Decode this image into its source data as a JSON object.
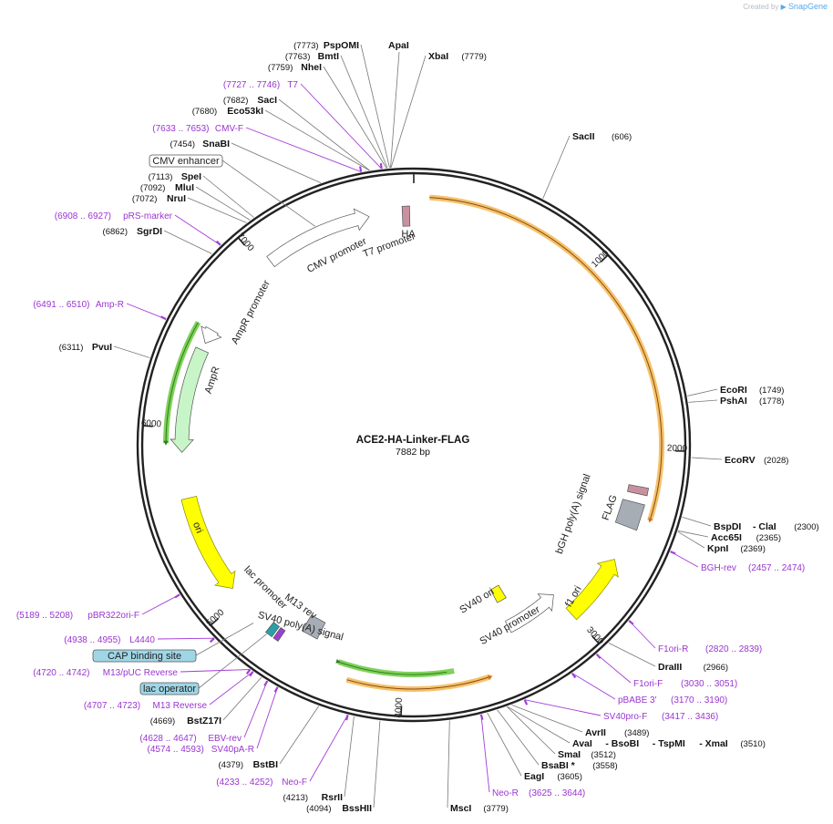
{
  "watermark": {
    "created_by": "Created by",
    "brand": "SnapGene"
  },
  "plasmid": {
    "name": "ACE2-HA-Linker-FLAG",
    "size": "7882 bp"
  },
  "tick_labels": [
    "1000",
    "2000",
    "3000",
    "4000",
    "5000",
    "6000",
    "7000"
  ],
  "sites": [
    {
      "name": "SacII",
      "pos": "(606)"
    },
    {
      "name": "EcoRI",
      "pos": "(1749)"
    },
    {
      "name": "PshAI",
      "pos": "(1778)"
    },
    {
      "name": "EcoRV",
      "pos": "(2028)"
    },
    {
      "name": "BspDI",
      "name2": "- ClaI",
      "pos": "(2300)"
    },
    {
      "name": "Acc65I",
      "pos": "(2365)"
    },
    {
      "name": "KpnI",
      "pos": "(2369)"
    },
    {
      "name": "DraIII",
      "pos": "(2966)"
    },
    {
      "name": "AvrII",
      "pos": "(3489)"
    },
    {
      "name": "AvaI",
      "name2": "- BsoBI",
      "name3": "- TspMI",
      "name4": "- XmaI",
      "pos": "(3510)"
    },
    {
      "name": "SmaI",
      "pos": "(3512)"
    },
    {
      "name": "BsaBI *",
      "pos": "(3558)"
    },
    {
      "name": "EagI",
      "pos": "(3605)"
    },
    {
      "name": "MscI",
      "pos": "(3779)"
    },
    {
      "name": "BssHII",
      "pos": "(4094)"
    },
    {
      "name": "RsrII",
      "pos": "(4213)"
    },
    {
      "name": "BstBI",
      "pos": "(4379)"
    },
    {
      "name": "BstZ17I",
      "pos": "(4669)"
    },
    {
      "name": "PvuI",
      "pos": "(6311)"
    },
    {
      "name": "SgrDI",
      "pos": "(6862)"
    },
    {
      "name": "NruI",
      "pos": "(7072)"
    },
    {
      "name": "MluI",
      "pos": "(7092)"
    },
    {
      "name": "SpeI",
      "pos": "(7113)"
    },
    {
      "name": "SnaBI",
      "pos": "(7454)"
    },
    {
      "name": "Eco53kI",
      "pos": "(7680)"
    },
    {
      "name": "SacI",
      "pos": "(7682)"
    },
    {
      "name": "NheI",
      "pos": "(7759)"
    },
    {
      "name": "BmtI",
      "pos": "(7763)"
    },
    {
      "name": "PspOMI",
      "pos": "(7773)"
    },
    {
      "name": "ApaI",
      "pos": "(7777)"
    },
    {
      "name": "XbaI",
      "pos": "(7779)"
    }
  ],
  "primers": [
    {
      "name": "BGH-rev",
      "range": "(2457 .. 2474)"
    },
    {
      "name": "F1ori-R",
      "range": "(2820 .. 2839)"
    },
    {
      "name": "F1ori-F",
      "range": "(3030 .. 3051)"
    },
    {
      "name": "pBABE 3'",
      "range": "(3170 .. 3190)"
    },
    {
      "name": "SV40pro-F",
      "range": "(3417 .. 3436)"
    },
    {
      "name": "Neo-R",
      "range": "(3625 .. 3644)"
    },
    {
      "name": "Neo-F",
      "range": "(4233 .. 4252)"
    },
    {
      "name": "SV40pA-R",
      "range": "(4574 .. 4593)"
    },
    {
      "name": "EBV-rev",
      "range": "(4628 .. 4647)"
    },
    {
      "name": "M13 Reverse",
      "range": "(4707 .. 4723)"
    },
    {
      "name": "M13/pUC Reverse",
      "range": "(4720 .. 4742)"
    },
    {
      "name": "L4440",
      "range": "(4938 .. 4955)"
    },
    {
      "name": "pBR322ori-F",
      "range": "(5189 .. 5208)"
    },
    {
      "name": "Amp-R",
      "range": "(6491 .. 6510)"
    },
    {
      "name": "pRS-marker",
      "range": "(6908 .. 6927)"
    },
    {
      "name": "CMV-F",
      "range": "(7633 .. 7653)"
    },
    {
      "name": "T7",
      "range": "(7727 .. 7746)"
    }
  ],
  "boxed_features": [
    {
      "label": "CAP binding site",
      "color": "#9fd6e6"
    },
    {
      "label": "lac operator",
      "color": "#9fd6e6"
    },
    {
      "label": "CMV enhancer",
      "color": "#ffffff"
    }
  ],
  "features": [
    {
      "label": "CMV promoter"
    },
    {
      "label": "T7 promoter"
    },
    {
      "label": "HA"
    },
    {
      "label": "AmpR promoter"
    },
    {
      "label": "AmpR"
    },
    {
      "label": "ori"
    },
    {
      "label": "lac promoter"
    },
    {
      "label": "M13 rev"
    },
    {
      "label": "SV40 poly(A) signal"
    },
    {
      "label": "SV40 ori"
    },
    {
      "label": "SV40 promoter"
    },
    {
      "label": "f1 ori"
    },
    {
      "label": "bGH poly(A) signal"
    },
    {
      "label": "FLAG"
    }
  ],
  "colors": {
    "orf": "#f5c26b",
    "amp": "#c8f5c8",
    "amp_stroke": "#2e7d1a",
    "ori": "#ffff00",
    "primer": "#9a35d0",
    "grey": "#a7adb5",
    "ha": "#c9909f",
    "ring": "#222222"
  }
}
